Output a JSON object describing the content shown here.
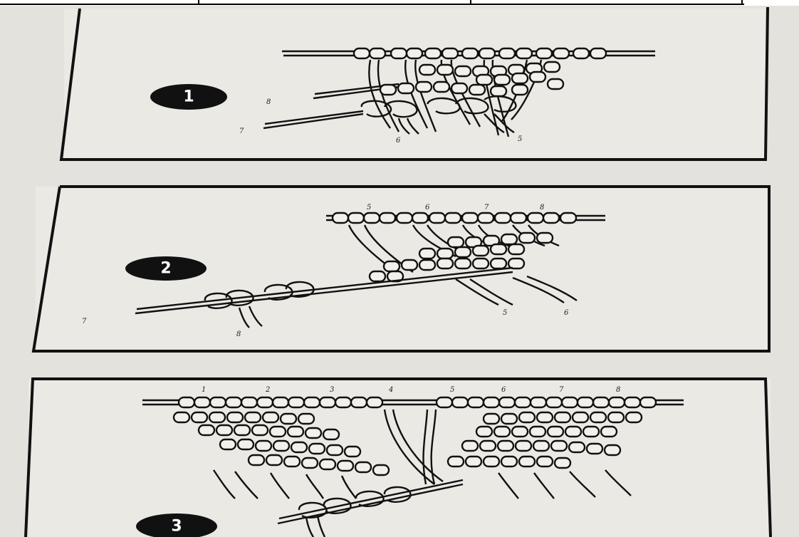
{
  "colors": {
    "paper": "#e4e2dc",
    "ink": "#111111",
    "panel": "#ebe9e4"
  },
  "panels": [
    {
      "step": "1",
      "labels": [
        "8",
        "7",
        "6",
        "5"
      ]
    },
    {
      "step": "2",
      "labels": [
        "5",
        "6",
        "7",
        "8",
        "7",
        "8",
        "5",
        "6"
      ]
    },
    {
      "step": "3",
      "labels": [
        "1",
        "2",
        "3",
        "4",
        "5",
        "6",
        "7",
        "8"
      ]
    }
  ]
}
